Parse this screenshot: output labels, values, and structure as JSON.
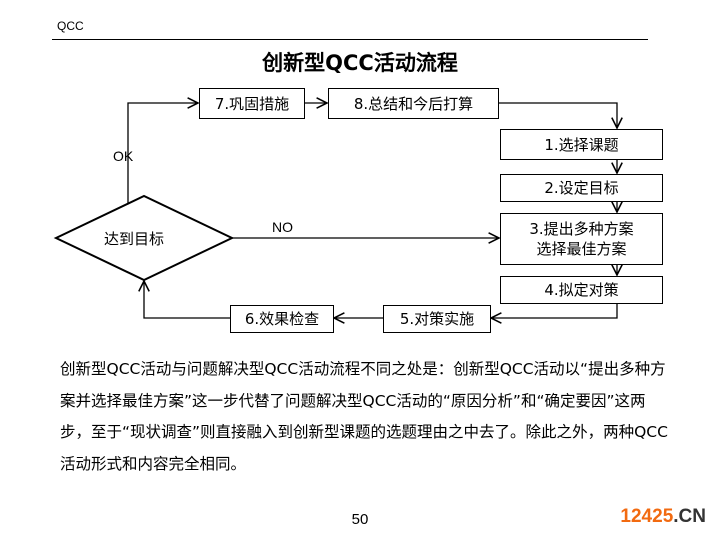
{
  "header": "QCC",
  "title": "创新型QCC活动流程",
  "flow": {
    "step7": "7.巩固措施",
    "step8": "8.总结和今后打算",
    "step1": "1.选择课题",
    "step2": "2.设定目标",
    "step3_line1": "3.提出多种方案",
    "step3_line2": "选择最佳方案",
    "step4": "4.拟定对策",
    "step5": "5.对策实施",
    "step6": "6.效果检查",
    "decision": "达到目标",
    "ok_label": "OK",
    "no_label": "NO"
  },
  "paragraph": "创新型QCC活动与问题解决型QCC活动流程不同之处是：创新型QCC活动以“提出多种方案并选择最佳方案”这一步代替了问题解决型QCC活动的“原因分析”和“确定要因”这两步，至于“现状调查”则直接融入到创新型课题的选题理由之中去了。除此之外，两种QCC活动形式和内容完全相同。",
  "page_number": "50",
  "watermark": {
    "num": "12425",
    "suffix": ".CN",
    "color": "#f26a10"
  }
}
